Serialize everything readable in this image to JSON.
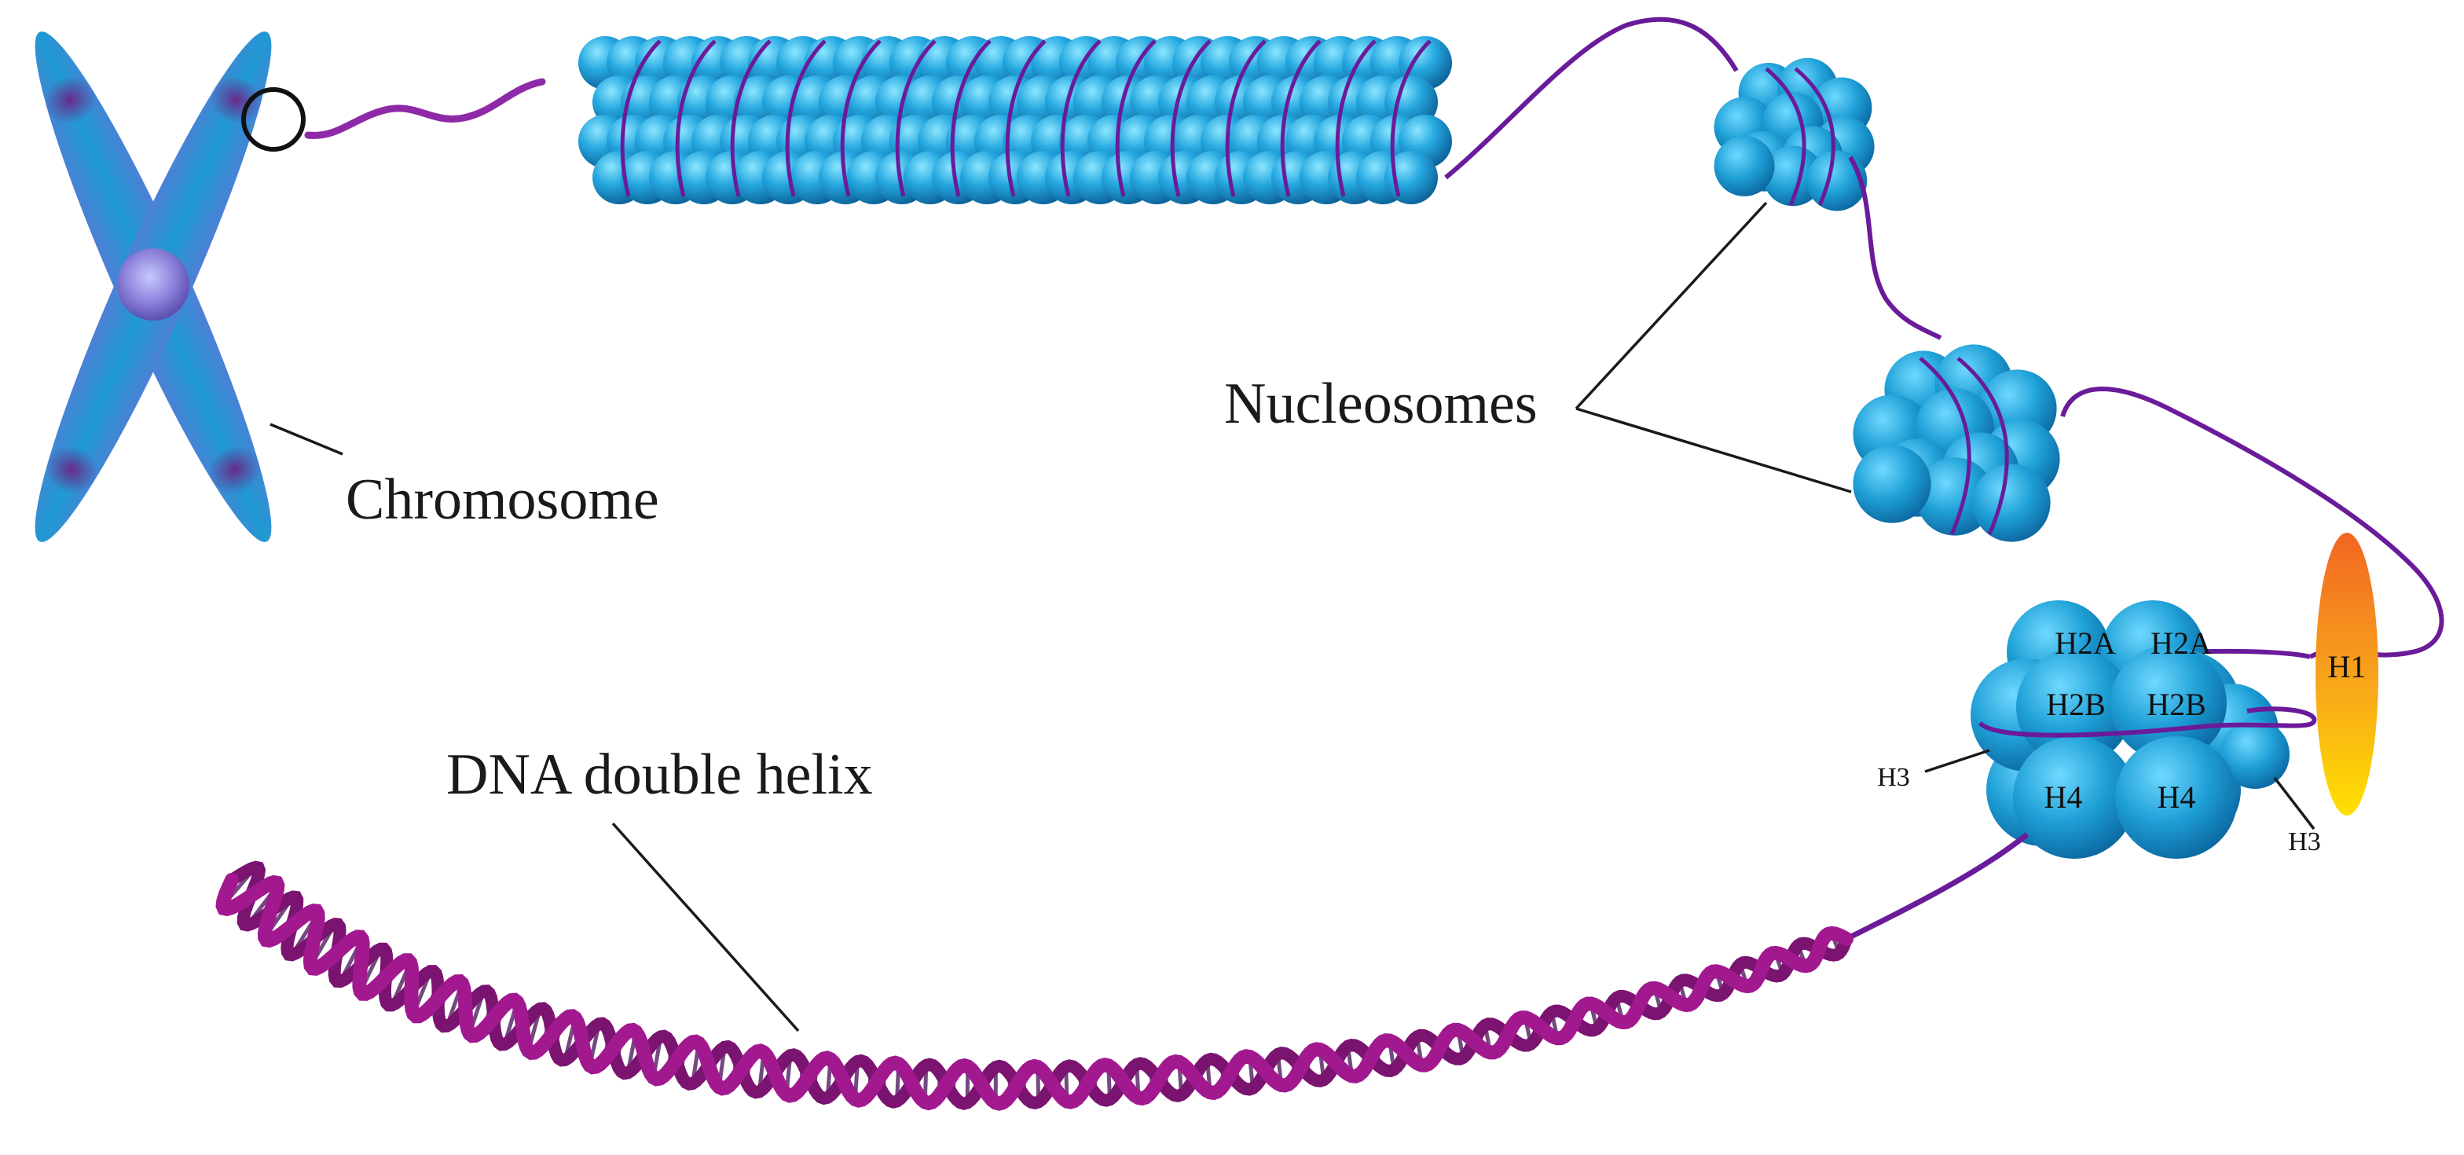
{
  "labels": {
    "chromosome": "Chromosome",
    "nucleosomes": "Nucleosomes",
    "dna": "DNA double helix"
  },
  "histones": {
    "h2a_left": "H2A",
    "h2a_right": "H2A",
    "h2b_left": "H2B",
    "h2b_right": "H2B",
    "h3_left": "H3",
    "h3_right": "H3",
    "h4_left": "H4",
    "h4_right": "H4",
    "h1": "H1"
  },
  "colors": {
    "histone_blue": "#1e9fd6",
    "chromosome_blue": "#3f74c9",
    "dna_strand": "#a2198f",
    "linker_purple": "#6a1b9a",
    "h1_orange": "#f7941d",
    "h1_yellow": "#ffd400"
  }
}
